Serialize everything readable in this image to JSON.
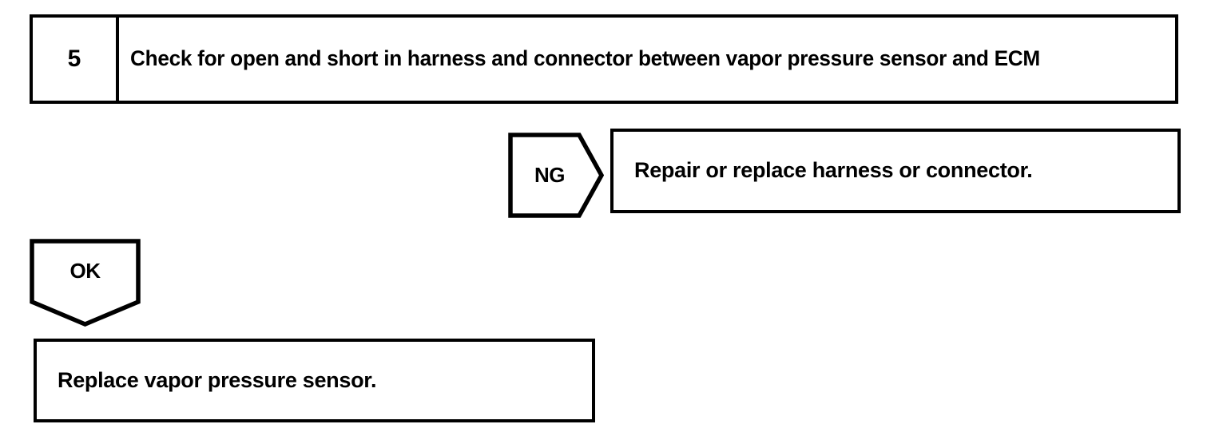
{
  "diagram": {
    "type": "diagnostic-flowchart",
    "line_color": "#000000",
    "background_color": "#ffffff",
    "step": {
      "number": "5",
      "instruction": "Check for open and short in harness and connector between vapor pressure sensor and ECM"
    },
    "branches": [
      {
        "label": "NG",
        "direction": "right",
        "result": "Repair or replace harness or connector."
      },
      {
        "label": "OK",
        "direction": "down",
        "result": "Replace vapor pressure sensor."
      }
    ]
  }
}
